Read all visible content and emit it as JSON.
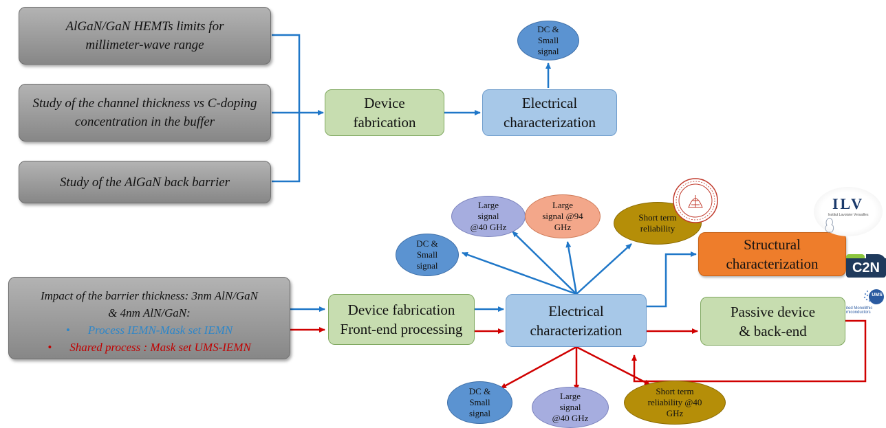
{
  "top": {
    "inputs": [
      "AlGaN/GaN HEMTs limits for millimeter-wave range",
      "Study of the channel thickness vs C-doping concentration in the buffer",
      "Study of the AlGaN back barrier"
    ],
    "fabrication": "Device fabrication",
    "electrical": "Electrical characterization",
    "dc_oval": "DC & Small signal"
  },
  "bottom": {
    "input": {
      "line1": "Impact of the barrier thickness: 3nm AlN/GaN & 4nm AlN/GaN:",
      "bullet1": "Process IEMN-Mask set IEMN",
      "bullet2": "Shared process : Mask set UMS-IEMN",
      "bullet_symbol": "•"
    },
    "fabrication_line1": "Device fabrication",
    "fabrication_line2": "Front-end processing",
    "electrical": "Electrical characterization",
    "structural": "Structural characterization",
    "passive": "Passive device & back-end",
    "upper_ovals": {
      "dc": "DC & Small signal",
      "large40": "Large signal @40 GHz",
      "large94": "Large signal @94 GHz",
      "reliability": "Short term reliability"
    },
    "lower_ovals": {
      "dc": "DC & Small signal",
      "large40": "Large signal @40 GHz",
      "reliability": "Short term reliability @40 GHz"
    }
  },
  "logos": {
    "ilv": "ILV",
    "ilv_sub": "Institut Lavoisier Versailles",
    "c2n": "C2N",
    "ums": "UMS",
    "ums_sub": "ited Monolithic miconductors"
  },
  "colors": {
    "blue_arrow": "#1f77c8",
    "red_arrow": "#d00000",
    "green_box": "#c7ddb0",
    "blue_box": "#a7c8e8",
    "orange_box": "#ee7d2b",
    "grey_box": "#9b9b9b"
  }
}
